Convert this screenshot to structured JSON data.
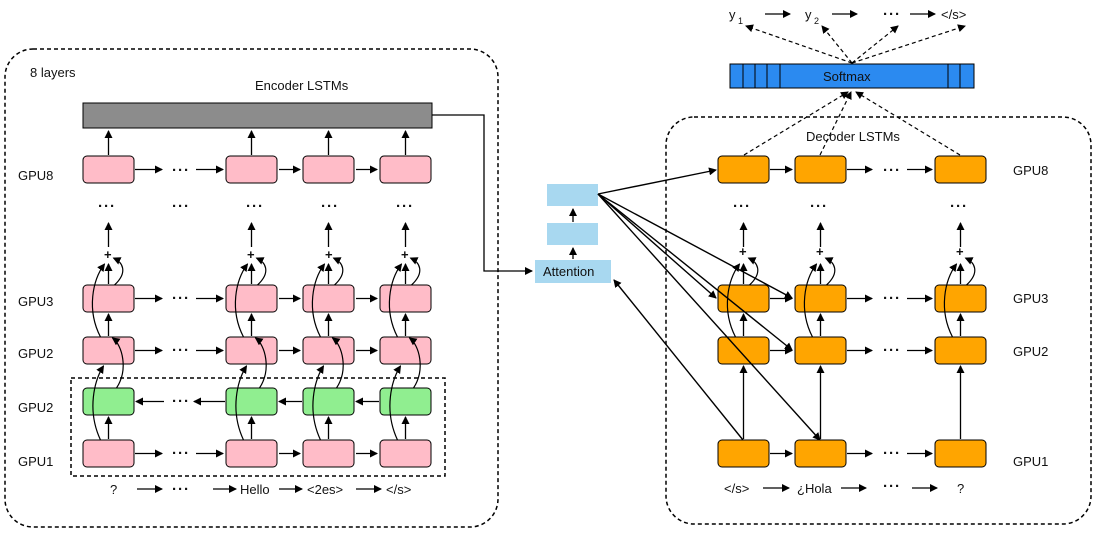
{
  "encoder": {
    "layers_label": "8 layers",
    "title": "Encoder LSTMs",
    "row_labels": [
      "GPU8",
      "GPU3",
      "GPU2",
      "GPU2",
      "GPU1"
    ],
    "inputs": [
      "?",
      "Hello",
      "<2es>",
      "</s>"
    ]
  },
  "attention": {
    "label": "Attention"
  },
  "softmax": {
    "label": "Softmax"
  },
  "outputs": {
    "y1": "y",
    "y1_sub": "1",
    "y2": "y",
    "y2_sub": "2",
    "end": "</s>"
  },
  "decoder": {
    "title": "Decoder LSTMs",
    "row_labels": [
      "GPU8",
      "GPU3",
      "GPU2",
      "GPU1"
    ],
    "inputs": [
      "</s>",
      "¿Hola",
      "?"
    ]
  },
  "symbols": {
    "ellipsis": "···",
    "plus": "+"
  },
  "colors": {
    "encoder_cell": "#FFBCC8",
    "backward_cell": "#90EE90",
    "decoder_cell": "#FFA500",
    "attention": "#A8D8F0",
    "softmax": "#2B8AF0",
    "encoder_bar": "#8C8C8C"
  }
}
